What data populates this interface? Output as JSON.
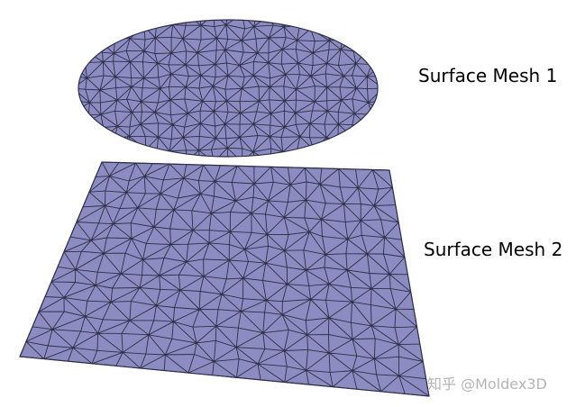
{
  "labels": {
    "mesh1": "Surface Mesh 1",
    "mesh2": "Surface Mesh 2"
  },
  "watermark": "知乎 @Moldex3D",
  "colors": {
    "mesh_fill": "#8c8cc2",
    "mesh_edge": "#2e2e48",
    "label_text": "#000000",
    "watermark_text": "#b5b5b5"
  }
}
